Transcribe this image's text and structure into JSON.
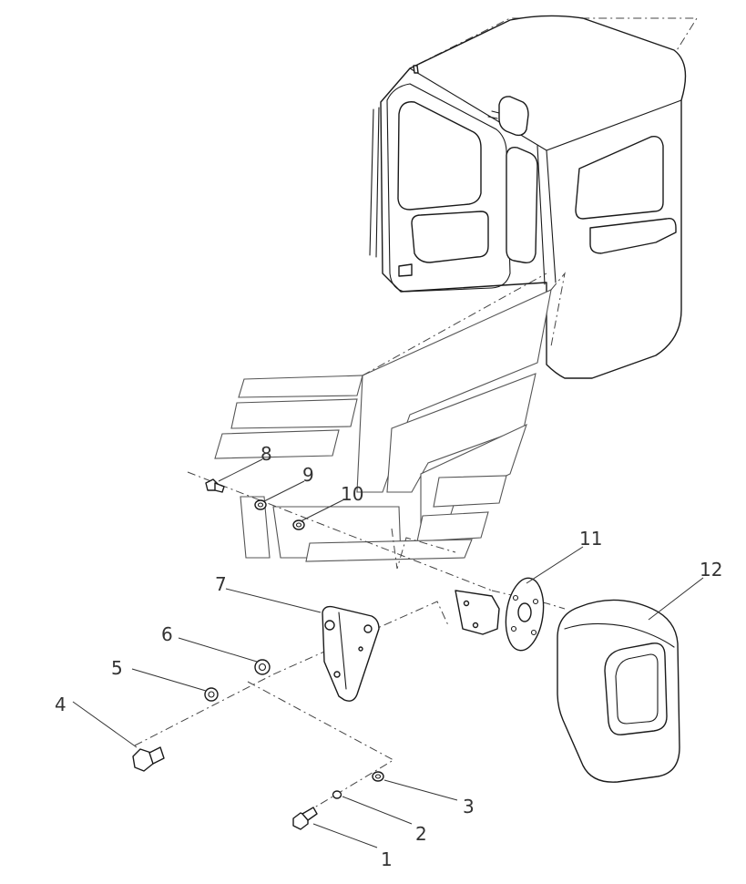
{
  "diagram": {
    "callouts": [
      {
        "id": "1",
        "label": "1"
      },
      {
        "id": "2",
        "label": "2"
      },
      {
        "id": "3",
        "label": "3"
      },
      {
        "id": "4",
        "label": "4"
      },
      {
        "id": "5",
        "label": "5"
      },
      {
        "id": "6",
        "label": "6"
      },
      {
        "id": "7",
        "label": "7"
      },
      {
        "id": "8",
        "label": "8"
      },
      {
        "id": "9",
        "label": "9"
      },
      {
        "id": "10",
        "label": "10"
      },
      {
        "id": "11",
        "label": "11"
      },
      {
        "id": "12",
        "label": "12"
      }
    ],
    "colors": {
      "line": "#1a1a1a",
      "leader": "#333333",
      "background": "#ffffff"
    }
  }
}
